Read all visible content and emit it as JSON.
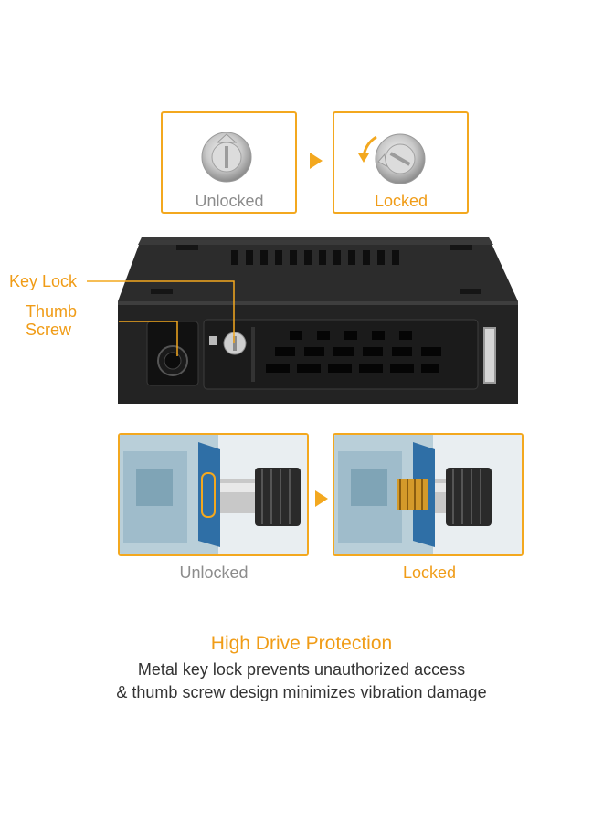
{
  "top_panels": {
    "unlocked_label": "Unlocked",
    "locked_label": "Locked"
  },
  "callouts": {
    "key_lock": "Key Lock",
    "thumb_screw_line1": "Thumb",
    "thumb_screw_line2": "Screw"
  },
  "bottom_panels": {
    "unlocked_label": "Unlocked",
    "locked_label": "Locked"
  },
  "feature": {
    "title": "High Drive Protection",
    "line1": "Metal key lock prevents unauthorized access",
    "line2": "& thumb screw design minimizes vibration damage"
  },
  "colors": {
    "accent": "#f3a81f",
    "muted_text": "#8c8c8c",
    "body_text": "#333333"
  }
}
